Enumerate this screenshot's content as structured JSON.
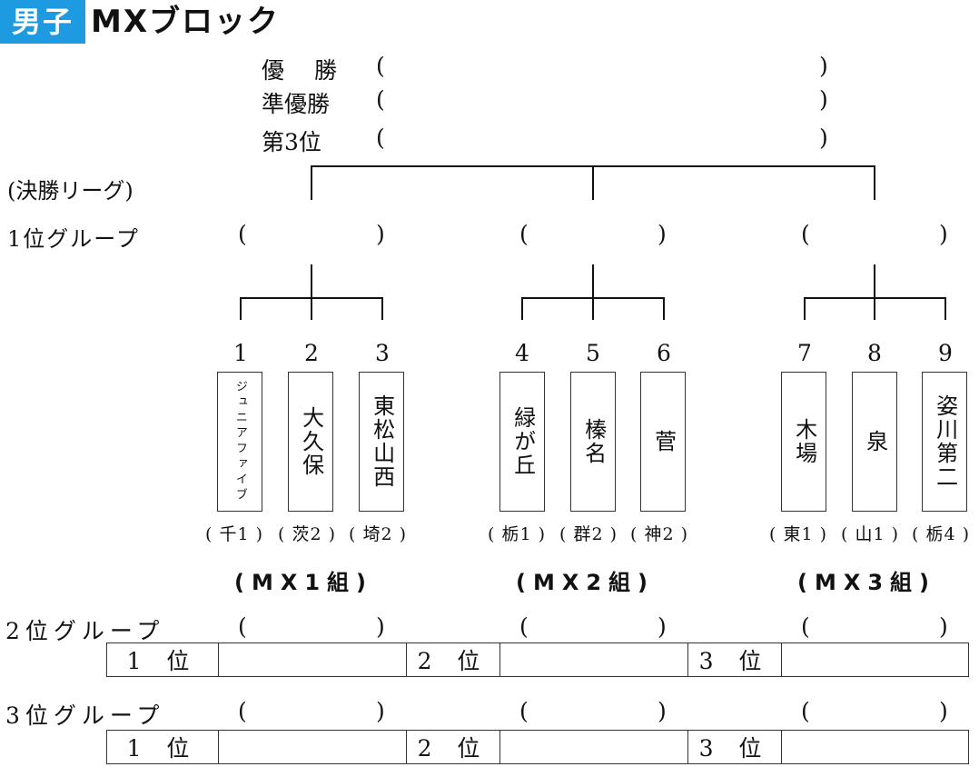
{
  "header": {
    "badge": "男子",
    "title": "MXブロック"
  },
  "results": [
    {
      "label": "優　勝",
      "open": "(",
      "close": ")"
    },
    {
      "label": "準優勝",
      "open": "(",
      "close": ")"
    },
    {
      "label": "第3位",
      "open": "(",
      "close": ")"
    }
  ],
  "final_league_label": "(決勝リーグ)",
  "first_group_label": "1位グループ",
  "second_group_label": "2位グループ",
  "third_group_label": "3位グループ",
  "paren_open": "(",
  "paren_close": ")",
  "teams": [
    {
      "num": "1",
      "name": "ジュニアファイブ",
      "pref": "( 千1 )"
    },
    {
      "num": "2",
      "name": "大久保",
      "pref": "( 茨2 )"
    },
    {
      "num": "3",
      "name": "東松山西",
      "pref": "( 埼2 )"
    },
    {
      "num": "4",
      "name": "緑が丘",
      "pref": "( 栃1 )"
    },
    {
      "num": "5",
      "name": "榛名",
      "pref": "( 群2 )"
    },
    {
      "num": "6",
      "name": "菅",
      "pref": "( 神2 )"
    },
    {
      "num": "7",
      "name": "木場",
      "pref": "( 東1 )"
    },
    {
      "num": "8",
      "name": "泉",
      "pref": "( 山1 )"
    },
    {
      "num": "9",
      "name": "姿川第二",
      "pref": "( 栃4 )"
    }
  ],
  "groups": [
    "(MX1組)",
    "(MX2組)",
    "(MX3組)"
  ],
  "rank_labels": [
    "1 位",
    "2 位",
    "3 位"
  ]
}
